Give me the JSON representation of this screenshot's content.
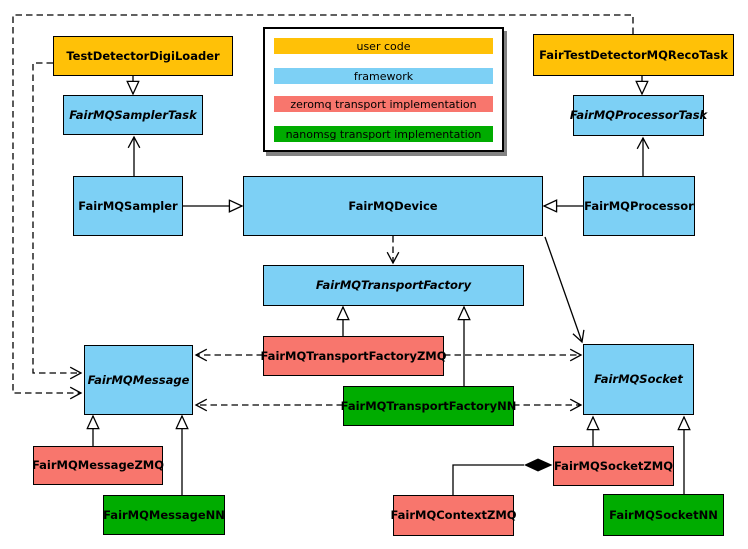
{
  "diagram": {
    "kind": "uml-class-diagram",
    "colors": {
      "user_code": "#FFC107",
      "framework": "#7DD0F5",
      "zeromq": "#F8766D",
      "nanomsg": "#00AC00",
      "line": "#000000",
      "background": "#ffffff"
    },
    "legend": {
      "items": [
        {
          "label": "user code",
          "color": "#FFC107"
        },
        {
          "label": "framework",
          "color": "#7DD0F5"
        },
        {
          "label": "zeromq transport implementation",
          "color": "#F8766D"
        },
        {
          "label": "nanomsg transport implementation",
          "color": "#00AC00"
        }
      ]
    },
    "nodes": {
      "test_detector_digi_loader": {
        "label": "TestDetectorDigiLoader",
        "category": "user_code",
        "abstract": false
      },
      "fair_test_detector_mq_reco_task": {
        "label": "FairTestDetectorMQRecoTask",
        "category": "user_code",
        "abstract": false
      },
      "fair_mq_sampler_task": {
        "label": "FairMQSamplerTask",
        "category": "framework",
        "abstract": true
      },
      "fair_mq_processor_task": {
        "label": "FairMQProcessorTask",
        "category": "framework",
        "abstract": true
      },
      "fair_mq_sampler": {
        "label": "FairMQSampler",
        "category": "framework",
        "abstract": false
      },
      "fair_mq_device": {
        "label": "FairMQDevice",
        "category": "framework",
        "abstract": false
      },
      "fair_mq_processor": {
        "label": "FairMQProcessor",
        "category": "framework",
        "abstract": false
      },
      "fair_mq_transport_factory": {
        "label": "FairMQTransportFactory",
        "category": "framework",
        "abstract": true
      },
      "fair_mq_transport_factory_zmq": {
        "label": "FairMQTransportFactoryZMQ",
        "category": "zeromq",
        "abstract": false
      },
      "fair_mq_transport_factory_nn": {
        "label": "FairMQTransportFactoryNN",
        "category": "nanomsg",
        "abstract": false
      },
      "fair_mq_message": {
        "label": "FairMQMessage",
        "category": "framework",
        "abstract": true
      },
      "fair_mq_socket": {
        "label": "FairMQSocket",
        "category": "framework",
        "abstract": true
      },
      "fair_mq_message_zmq": {
        "label": "FairMQMessageZMQ",
        "category": "zeromq",
        "abstract": false
      },
      "fair_mq_message_nn": {
        "label": "FairMQMessageNN",
        "category": "nanomsg",
        "abstract": false
      },
      "fair_mq_socket_zmq": {
        "label": "FairMQSocketZMQ",
        "category": "zeromq",
        "abstract": false
      },
      "fair_mq_socket_nn": {
        "label": "FairMQSocketNN",
        "category": "nanomsg",
        "abstract": false
      },
      "fair_mq_context_zmq": {
        "label": "FairMQContextZMQ",
        "category": "zeromq",
        "abstract": false
      }
    },
    "edges": [
      {
        "from": "test_detector_digi_loader",
        "to": "fair_mq_sampler_task",
        "type": "inheritance"
      },
      {
        "from": "fair_test_detector_mq_reco_task",
        "to": "fair_mq_processor_task",
        "type": "inheritance"
      },
      {
        "from": "fair_mq_sampler",
        "to": "fair_mq_sampler_task",
        "type": "association"
      },
      {
        "from": "fair_mq_processor",
        "to": "fair_mq_processor_task",
        "type": "association"
      },
      {
        "from": "fair_mq_sampler",
        "to": "fair_mq_device",
        "type": "inheritance"
      },
      {
        "from": "fair_mq_processor",
        "to": "fair_mq_device",
        "type": "inheritance"
      },
      {
        "from": "fair_mq_device",
        "to": "fair_mq_transport_factory",
        "type": "dependency"
      },
      {
        "from": "fair_mq_device",
        "to": "fair_mq_socket",
        "type": "association"
      },
      {
        "from": "fair_mq_transport_factory_zmq",
        "to": "fair_mq_transport_factory",
        "type": "inheritance"
      },
      {
        "from": "fair_mq_transport_factory_nn",
        "to": "fair_mq_transport_factory",
        "type": "inheritance"
      },
      {
        "from": "fair_mq_transport_factory_zmq",
        "to": "fair_mq_message",
        "type": "dependency"
      },
      {
        "from": "fair_mq_transport_factory_zmq",
        "to": "fair_mq_socket",
        "type": "dependency"
      },
      {
        "from": "fair_mq_transport_factory_nn",
        "to": "fair_mq_message",
        "type": "dependency"
      },
      {
        "from": "fair_mq_transport_factory_nn",
        "to": "fair_mq_socket",
        "type": "dependency"
      },
      {
        "from": "fair_mq_message_zmq",
        "to": "fair_mq_message",
        "type": "inheritance"
      },
      {
        "from": "fair_mq_message_nn",
        "to": "fair_mq_message",
        "type": "inheritance"
      },
      {
        "from": "fair_mq_socket_zmq",
        "to": "fair_mq_socket",
        "type": "inheritance"
      },
      {
        "from": "fair_mq_socket_nn",
        "to": "fair_mq_socket",
        "type": "inheritance"
      },
      {
        "from": "fair_mq_socket_zmq",
        "to": "fair_mq_context_zmq",
        "type": "composition"
      },
      {
        "from": "test_detector_digi_loader",
        "to": "fair_mq_message",
        "type": "dependency"
      },
      {
        "from": "fair_test_detector_mq_reco_task",
        "to": "fair_mq_message",
        "type": "dependency"
      }
    ]
  }
}
